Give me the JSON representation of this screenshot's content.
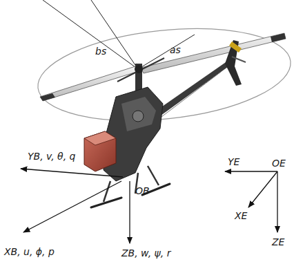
{
  "diagram": {
    "labels": [
      "bs",
      "as",
      "YB, v, θ, q",
      "OB",
      "XB, u, ϕ, p",
      "ZB, w, ψ, r",
      "YE",
      "OE",
      "XE",
      "ZE"
    ]
  }
}
